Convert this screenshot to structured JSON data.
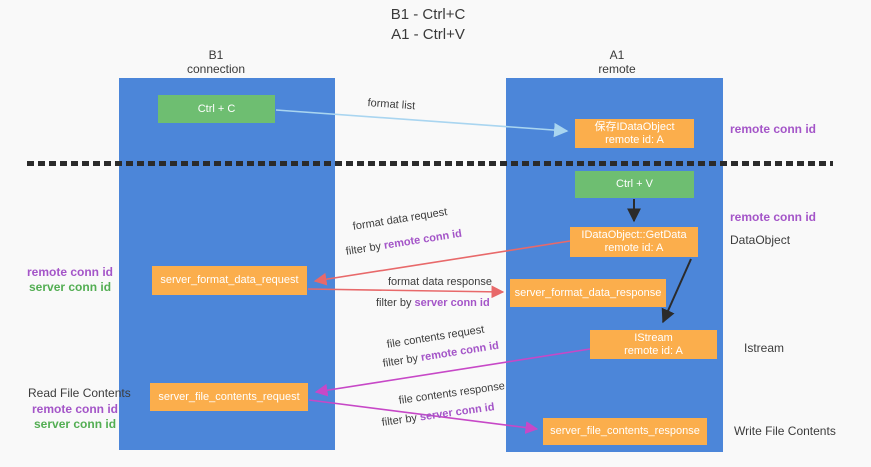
{
  "title": {
    "line1": "B1 - Ctrl+C",
    "line2": "A1 - Ctrl+V"
  },
  "columns": {
    "left": {
      "name": "B1",
      "role": "connection"
    },
    "right": {
      "name": "A1",
      "role": "remote"
    }
  },
  "nodes": {
    "ctrl_c": {
      "label": "Ctrl + C"
    },
    "save_idataobject": {
      "line1": "保存IDataObject",
      "line2": "remote id: A"
    },
    "ctrl_v": {
      "label": "Ctrl + V"
    },
    "getdata": {
      "line1": "IDataObject::GetData",
      "line2": "remote id: A"
    },
    "format_request": {
      "label": "server_format_data_request"
    },
    "format_response": {
      "label": "server_format_data_response"
    },
    "istream": {
      "line1": "IStream",
      "line2": "remote id: A"
    },
    "file_request": {
      "label": "server_file_contents_request"
    },
    "file_response": {
      "label": "server_file_contents_response"
    }
  },
  "arrow_labels": {
    "format_list": "format list",
    "format_data_request": "format data request",
    "format_data_response": "format data response",
    "file_contents_request": "file contents request",
    "file_contents_response": "file contents response",
    "filter_by": "filter by ",
    "remote_conn_id": "remote conn id",
    "server_conn_id": "server conn id"
  },
  "side_labels": {
    "remote_conn_id": "remote conn id",
    "server_conn_id": "server conn id",
    "dataobject": "DataObject",
    "istream": "Istream",
    "read_file_contents": "Read File Contents",
    "write_file_contents": "Write File Contents"
  },
  "colors": {
    "lane_blue": "#4c86d9",
    "node_orange": "#fbae4c",
    "node_green": "#6ebe71",
    "arrow_light_blue": "#a9d5f0",
    "arrow_red": "#e8696a",
    "arrow_magenta": "#c748c7",
    "arrow_black": "#2b2b2b",
    "text_purple": "#a455c8",
    "text_green": "#53ae53",
    "text_dark": "#3c3c3c",
    "background": "#f9f9f9"
  }
}
